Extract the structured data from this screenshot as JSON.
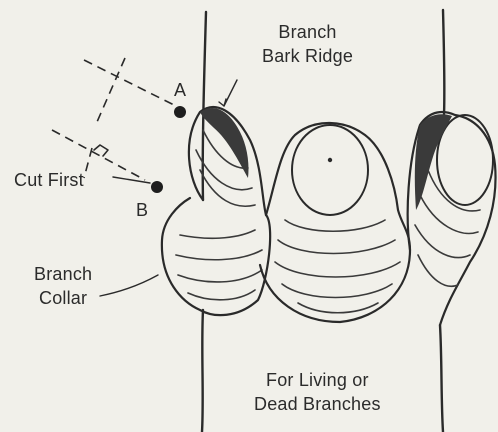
{
  "labels": {
    "branch_bark_ridge": [
      "Branch",
      "Bark Ridge"
    ],
    "point_a": "A",
    "point_b": "B",
    "cut_first": "Cut First",
    "branch_collar": [
      "Branch",
      "Collar"
    ],
    "caption": [
      "For Living or",
      "Dead Branches"
    ]
  },
  "colors": {
    "background": "#f1f0ea",
    "ink": "#2a2a2a"
  },
  "icons": {
    "cut_point_marker": "filled-circle"
  }
}
